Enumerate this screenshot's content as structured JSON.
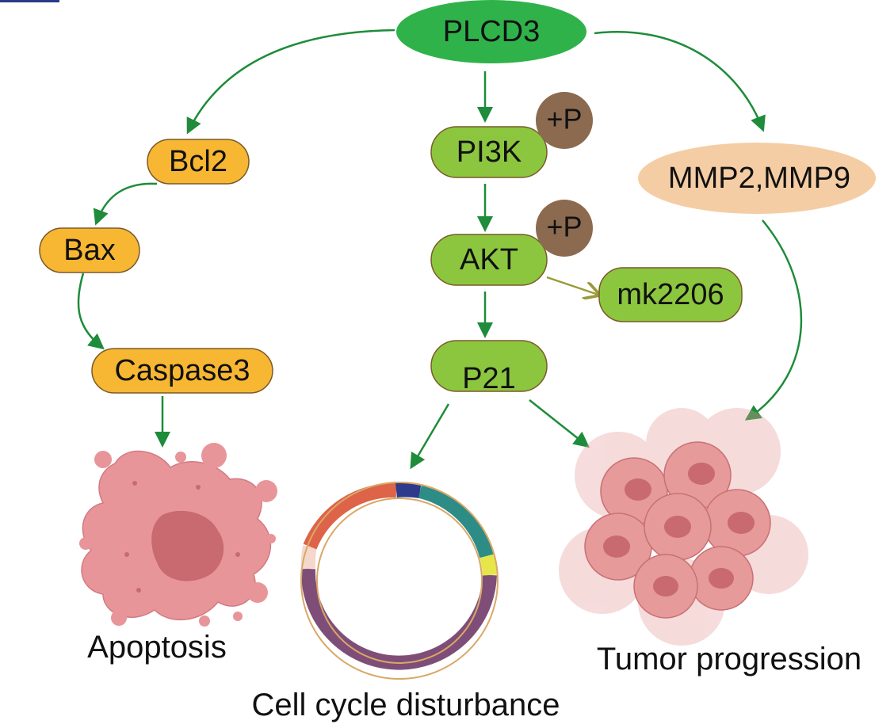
{
  "colors": {
    "arrow": "#1e8c3a",
    "inhibitor_arrow": "#9a9a3a",
    "plcd3_fill": "#2fb24a",
    "pathway_node_fill": "#8cc63f",
    "apoptosis_node_fill": "#f7b733",
    "mmp_fill": "#f5cda4",
    "phospho_fill": "#8b6a50",
    "node_border": "#7a5a2a",
    "cell_pink": "#e8959a",
    "cell_core": "#c86a70",
    "tumor_pink": "#e69a9a",
    "cycle_red": "#dd6448",
    "cycle_navy": "#2e3a8c",
    "cycle_teal": "#2e8c86",
    "cycle_yellow": "#e6e64a",
    "cycle_purple": "#7e4e78",
    "cycle_pale": "#f6d7cc"
  },
  "nodes": {
    "plcd3": "PLCD3",
    "bcl2": "Bcl2",
    "bax": "Bax",
    "caspase3": "Caspase3",
    "pi3k": "PI3K",
    "akt": "AKT",
    "p21": "P21",
    "mk2206": "mk2206",
    "mmp": "MMP2,MMP9"
  },
  "phospho_label": "+P",
  "outcomes": {
    "apoptosis": "Apoptosis",
    "cell_cycle": "Cell cycle disturbance",
    "tumor": "Tumor progression"
  },
  "icons": {
    "apoptosis": "apoptotic-cell-icon",
    "cell_cycle": "cell-cycle-ring-icon",
    "tumor": "tumor-cell-cluster-icon"
  }
}
